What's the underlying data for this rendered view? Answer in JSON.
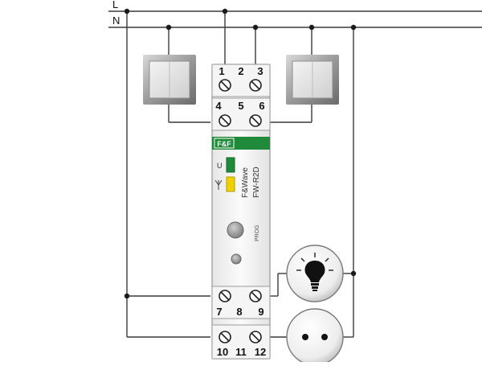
{
  "lines": {
    "l_label": "L",
    "n_label": "N"
  },
  "module": {
    "brand_logo": "F&F",
    "brand_name": "F&Wave",
    "model": "FW-R2D",
    "led_u_label": "U",
    "led_signal_icon": "antenna-icon",
    "prog_label": "PROG",
    "led_u_color": "#1f8a3a",
    "led_signal_color": "#f0d000",
    "brand_color": "#1f8a3a"
  },
  "terminals": {
    "top_row1": [
      "1",
      "2",
      "3"
    ],
    "top_row2": [
      "4",
      "5",
      "6"
    ],
    "bottom_row1": [
      "7",
      "8",
      "9"
    ],
    "bottom_row2": [
      "10",
      "11",
      "12"
    ]
  },
  "devices": {
    "switch_left_icon": "push-button-icon",
    "switch_right_icon": "push-button-icon",
    "bulb_icon": "light-bulb-icon",
    "socket_icon": "power-socket-icon"
  }
}
